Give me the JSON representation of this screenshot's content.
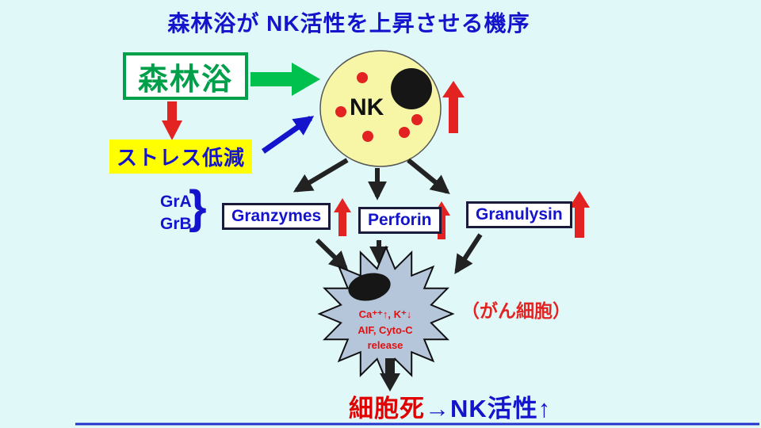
{
  "colors": {
    "background": "#E1F8F8",
    "title_blue": "#1414CC",
    "green": "#00A04A",
    "arrow_green": "#00C14E",
    "red": "#E32222",
    "highlight_yellow": "#FFFF00",
    "cell_yellow": "#F6F6A6",
    "burst_gray_blue": "#B5C6DA",
    "box_border": "#1A1A3A"
  },
  "title": "森林浴が NK活性を上昇させる機序",
  "source": {
    "label": "森林浴"
  },
  "stress": {
    "label": "ストレス低減"
  },
  "nk_cell": {
    "label": "NK"
  },
  "mediators": {
    "gra_label": "GrA",
    "grb_label": "GrB",
    "brace": "}",
    "granzymes_label": "Granzymes",
    "perforin_label": "Perforin",
    "granulysin_label": "Granulysin"
  },
  "cancer_cell": {
    "line1": "Ca⁺⁺↑, K⁺↓",
    "line2": "AIF, Cyto-C",
    "line3": "release",
    "label": "（がん細胞）"
  },
  "outcome": {
    "cell_death": "細胞死",
    "nk_activity": "→NK活性↑"
  }
}
